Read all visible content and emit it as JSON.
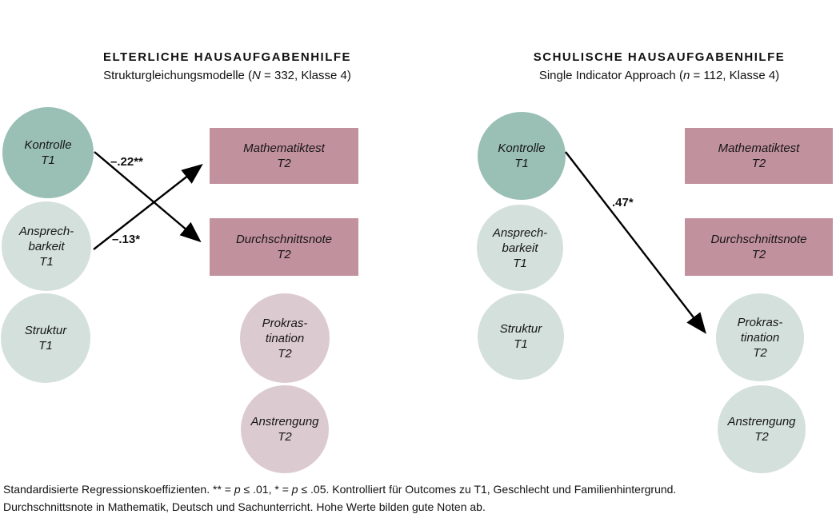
{
  "colors": {
    "predictor_dark_teal": "#9abfb5",
    "predictor_light_teal": "#d4e0db",
    "outcome_rect_rose": "#c2919e",
    "outcome_circle_rose": "#dccad1",
    "outcome_circle_teal": "#d4e0db",
    "arrow": "#000000",
    "background": "#ffffff"
  },
  "panels": {
    "left": {
      "title": "ELTERLICHE HAUSAUFGABENHILFE",
      "subtitle_prefix": "Strukturgleichungsmodelle (",
      "subtitle_var": "N",
      "subtitle_suffix": " = 332, Klasse 4)",
      "nodes": {
        "kontrolle": {
          "line1": "Kontrolle",
          "line2": "T1"
        },
        "ansprechbarkeit": {
          "line1": "Ansprech-",
          "line2": "barkeit",
          "line3": "T1"
        },
        "struktur": {
          "line1": "Struktur",
          "line2": "T1"
        },
        "mathematiktest": {
          "line1": "Mathematiktest",
          "line2": "T2"
        },
        "durchschnittsnote": {
          "line1": "Durchschnittsnote",
          "line2": "T2"
        },
        "prokrastination": {
          "line1": "Prokras-",
          "line2": "tination",
          "line3": "T2"
        },
        "anstrengung": {
          "line1": "Anstrengung",
          "line2": "T2"
        }
      },
      "paths": [
        {
          "from": "Kontrolle T1",
          "to": "Durchschnittsnote T2",
          "coef": "–.22**"
        },
        {
          "from": "Ansprechbarkeit T1",
          "to": "Mathematiktest T2",
          "coef": "–.13*"
        }
      ]
    },
    "right": {
      "title": "SCHULISCHE HAUSAUFGABENHILFE",
      "subtitle_prefix": "Single Indicator Approach (",
      "subtitle_var": "n",
      "subtitle_suffix": " = 112, Klasse 4)",
      "nodes": {
        "kontrolle": {
          "line1": "Kontrolle",
          "line2": "T1"
        },
        "ansprechbarkeit": {
          "line1": "Ansprech-",
          "line2": "barkeit",
          "line3": "T1"
        },
        "struktur": {
          "line1": "Struktur",
          "line2": "T1"
        },
        "mathematiktest": {
          "line1": "Mathematiktest",
          "line2": "T2"
        },
        "durchschnittsnote": {
          "line1": "Durchschnittsnote",
          "line2": "T2"
        },
        "prokrastination": {
          "line1": "Prokras-",
          "line2": "tination",
          "line3": "T2"
        },
        "anstrengung": {
          "line1": "Anstrengung",
          "line2": "T2"
        }
      },
      "paths": [
        {
          "from": "Kontrolle T1",
          "to": "Prokrastination T2",
          "coef": ".47*"
        }
      ]
    }
  },
  "footnote": {
    "line1_a": "Standardisierte Regressionskoeffizienten. ** = ",
    "line1_p1": "p",
    "line1_b": " ≤ .01, * = ",
    "line1_p2": "p",
    "line1_c": " ≤ .05. Kontrolliert für Outcomes zu T1, Geschlecht und Familienhintergrund.",
    "line2": "Durchschnittsnote in Mathematik, Deutsch und Sachunterricht. Hohe Werte bilden gute Noten ab."
  }
}
